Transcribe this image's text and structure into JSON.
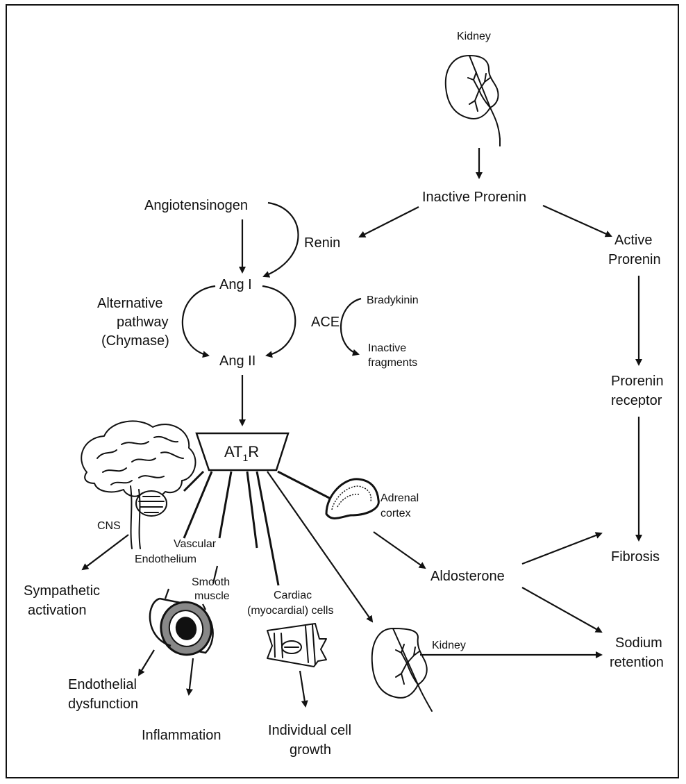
{
  "nodes": {
    "kidney_top": "Kidney",
    "inactive_prorenin": "Inactive Prorenin",
    "angiotensinogen": "Angiotensinogen",
    "renin": "Renin",
    "active_prorenin_1": "Active",
    "active_prorenin_2": "Prorenin",
    "ang1": "Ang I",
    "alt_path_1": "Alternative",
    "alt_path_2": "pathway",
    "alt_path_3": "(Chymase)",
    "ace": "ACE",
    "bradykinin": "Bradykinin",
    "inactive_frag_1": "Inactive",
    "inactive_frag_2": "fragments",
    "ang2": "Ang  II",
    "prorenin_receptor_1": "Prorenin",
    "prorenin_receptor_2": "receptor",
    "at1r_main": "AT",
    "at1r_sub": "1",
    "at1r_end": "R",
    "cns": "CNS",
    "adrenal_1": "Adrenal",
    "adrenal_2": "cortex",
    "fibrosis": "Fibrosis",
    "vascular_1": "Vascular",
    "vascular_2": "Endothelium",
    "aldosterone": "Aldosterone",
    "sympathetic_1": "Sympathetic",
    "sympathetic_2": "activation",
    "smooth_1": "Smooth",
    "smooth_2": "muscle",
    "cardiac_1": "Cardiac",
    "cardiac_2": "(myocardial) cells",
    "sodium_1": "Sodium",
    "sodium_2": "retention",
    "kidney_bottom": "Kidney",
    "endothelial_1": "Endothelial",
    "endothelial_2": "dysfunction",
    "inflammation": "Inflammation",
    "growth_1": "Individual cell",
    "growth_2": "growth"
  },
  "illustrations": [
    "kidney-icon",
    "brain-icon",
    "adrenal-gland-icon",
    "blood-vessel-icon",
    "myocardial-cell-icon",
    "kidney-icon"
  ]
}
